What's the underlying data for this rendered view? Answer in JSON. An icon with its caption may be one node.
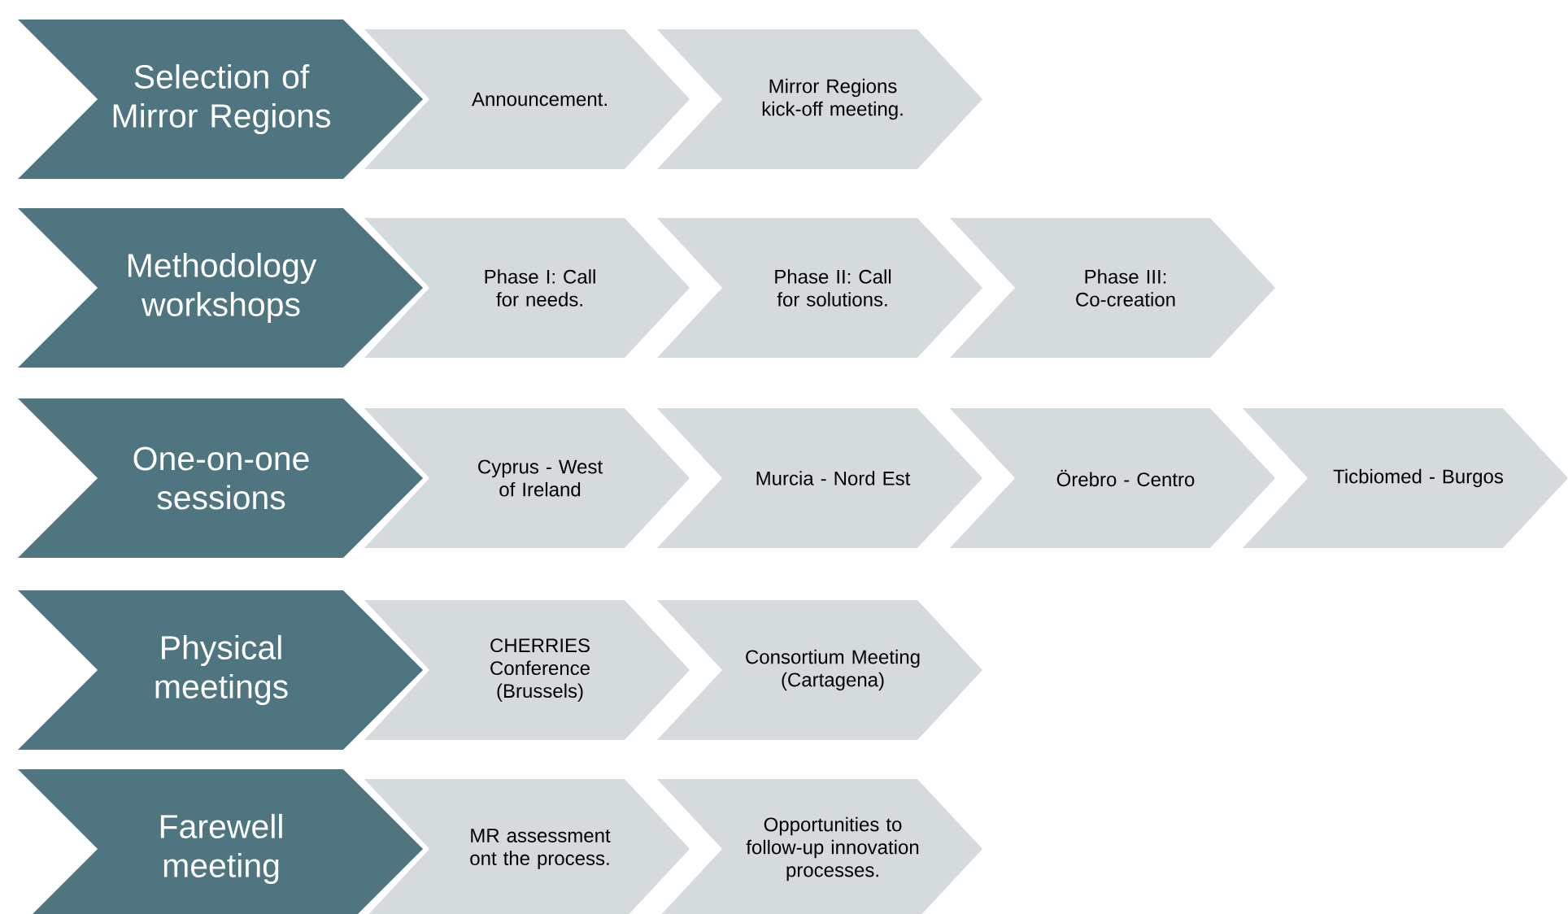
{
  "diagram": {
    "nodes": [
      {
        "text": [
          "Selection of Mirror Regions"
        ]
      },
      {
        "text": [
          "Announcement."
        ]
      },
      {
        "text": [
          "Mirror Regions kick-off meeting."
        ]
      },
      {
        "text": [
          "Methodology workshops"
        ]
      },
      {
        "text": [
          "Phase I: Call for needs."
        ]
      },
      {
        "text": [
          "Phase II: Call for solutions."
        ]
      },
      {
        "text": [
          "Phase III: Co-creation"
        ]
      },
      {
        "text": [
          "One-on-one sessions"
        ]
      },
      {
        "text": [
          "Cyprus - West of Ireland"
        ]
      },
      {
        "text": [
          "Murcia - Nord Est"
        ]
      },
      {
        "text": [
          "Örebro - Centro"
        ]
      },
      {
        "text": [
          "Ticbiomed - Burgos"
        ]
      },
      {
        "text": [
          "Physical meetings"
        ]
      },
      {
        "text": [
          "CHERRIES Conference (Brussels)"
        ]
      },
      {
        "text": [
          "Consortium Meeting (Cartagena)"
        ]
      },
      {
        "text": [
          "Farewell meeting"
        ]
      },
      {
        "text": [
          "MR assessment ont the process."
        ]
      },
      {
        "text": [
          "Opportunities to follow-up innovation processes."
        ]
      }
    ]
  }
}
